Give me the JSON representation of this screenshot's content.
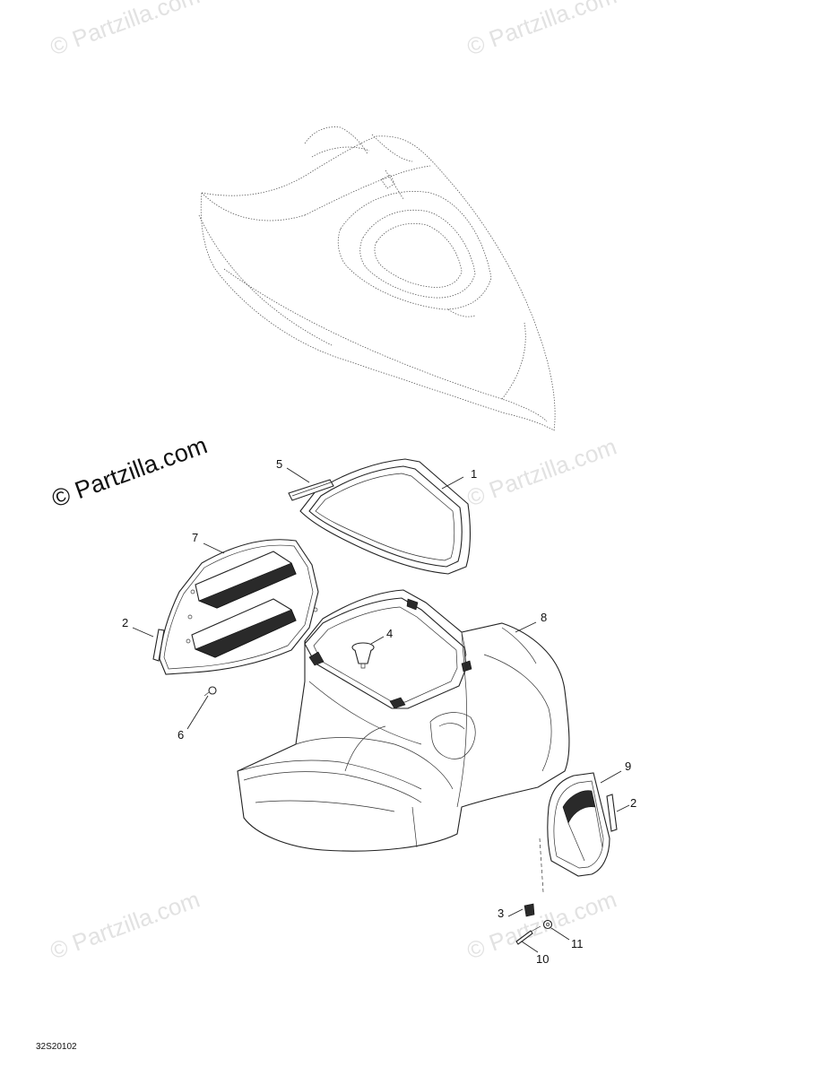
{
  "watermarks": {
    "top_left": "© Partzilla.com",
    "top_right": "© Partzilla.com",
    "main": "© Partzilla.com",
    "mid_right": "© Partzilla.com",
    "bottom_left": "© Partzilla.com",
    "bottom_right": "© Partzilla.com"
  },
  "callouts": {
    "c1": "1",
    "c2a": "2",
    "c2b": "2",
    "c3": "3",
    "c4": "4",
    "c5": "5",
    "c6": "6",
    "c7": "7",
    "c8": "8",
    "c9": "9",
    "c10": "10",
    "c11": "11"
  },
  "diagram_code": "32S20102"
}
